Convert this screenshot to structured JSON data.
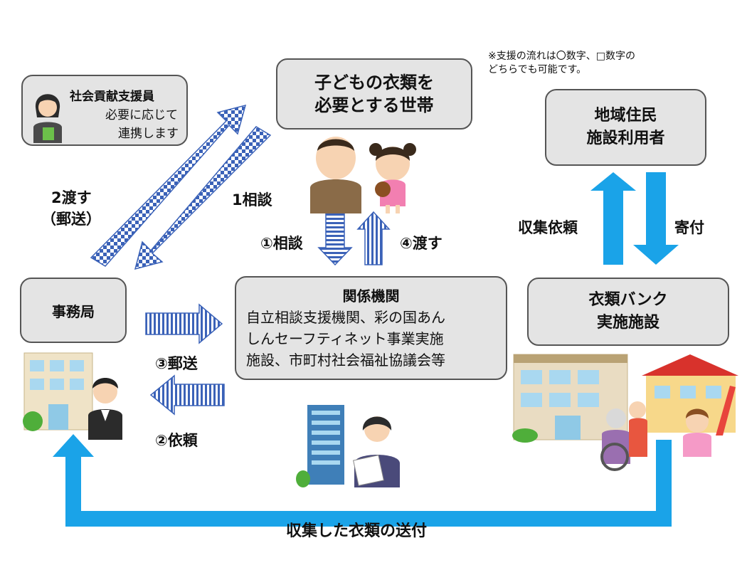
{
  "note": {
    "line1": "※支援の流れは〇数字、□数字の",
    "line2": "どちらでも可能です。"
  },
  "helper": {
    "title": "社会貢献支援員",
    "line2": "必要に応じて",
    "line3": "連携します"
  },
  "household": {
    "line1": "子どもの衣類を",
    "line2": "必要とする世帯"
  },
  "residents": {
    "line1": "地域住民",
    "line2": "施設利用者"
  },
  "office": {
    "label": "事務局"
  },
  "agency": {
    "title": "関係機関",
    "line1": "自立相談支援機関、彩の国あん",
    "line2": "しんセーフティネット事業実施",
    "line3": "施設、市町村社会福祉協議会等"
  },
  "bank": {
    "line1": "衣類バンク",
    "line2": "実施施設"
  },
  "labels": {
    "pass_mail_1": "2渡す",
    "pass_mail_2": "（郵送）",
    "consult_sq": "1相談",
    "consult_circle": "①相談",
    "pass_circle": "④渡す",
    "mail_circle": "③郵送",
    "request_circle": "②依頼",
    "collect_request": "収集依頼",
    "donation": "寄付",
    "send_collected": "収集した衣類の送付"
  },
  "colors": {
    "box_fill": "#e4e4e4",
    "arrow_blue": "#1aa3e8",
    "stripe_blue": "#3b62b8"
  }
}
